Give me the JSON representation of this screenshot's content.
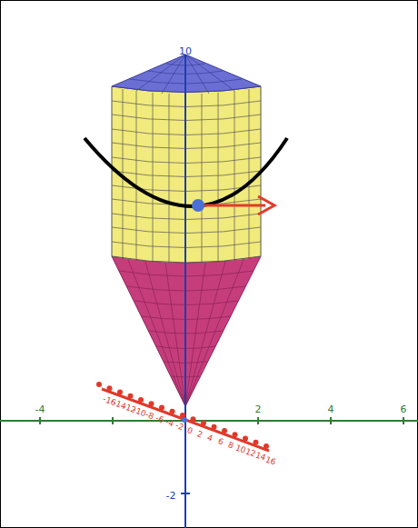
{
  "diagram": {
    "labels": [
      "10",
      "-4",
      "2",
      "4",
      "6",
      "-2",
      "-16",
      "-14",
      "-12",
      "-10",
      "-8",
      "-6",
      "-4",
      "-2",
      "0",
      "2",
      "4",
      "6",
      "8",
      "10",
      "12",
      "14",
      "16"
    ]
  }
}
